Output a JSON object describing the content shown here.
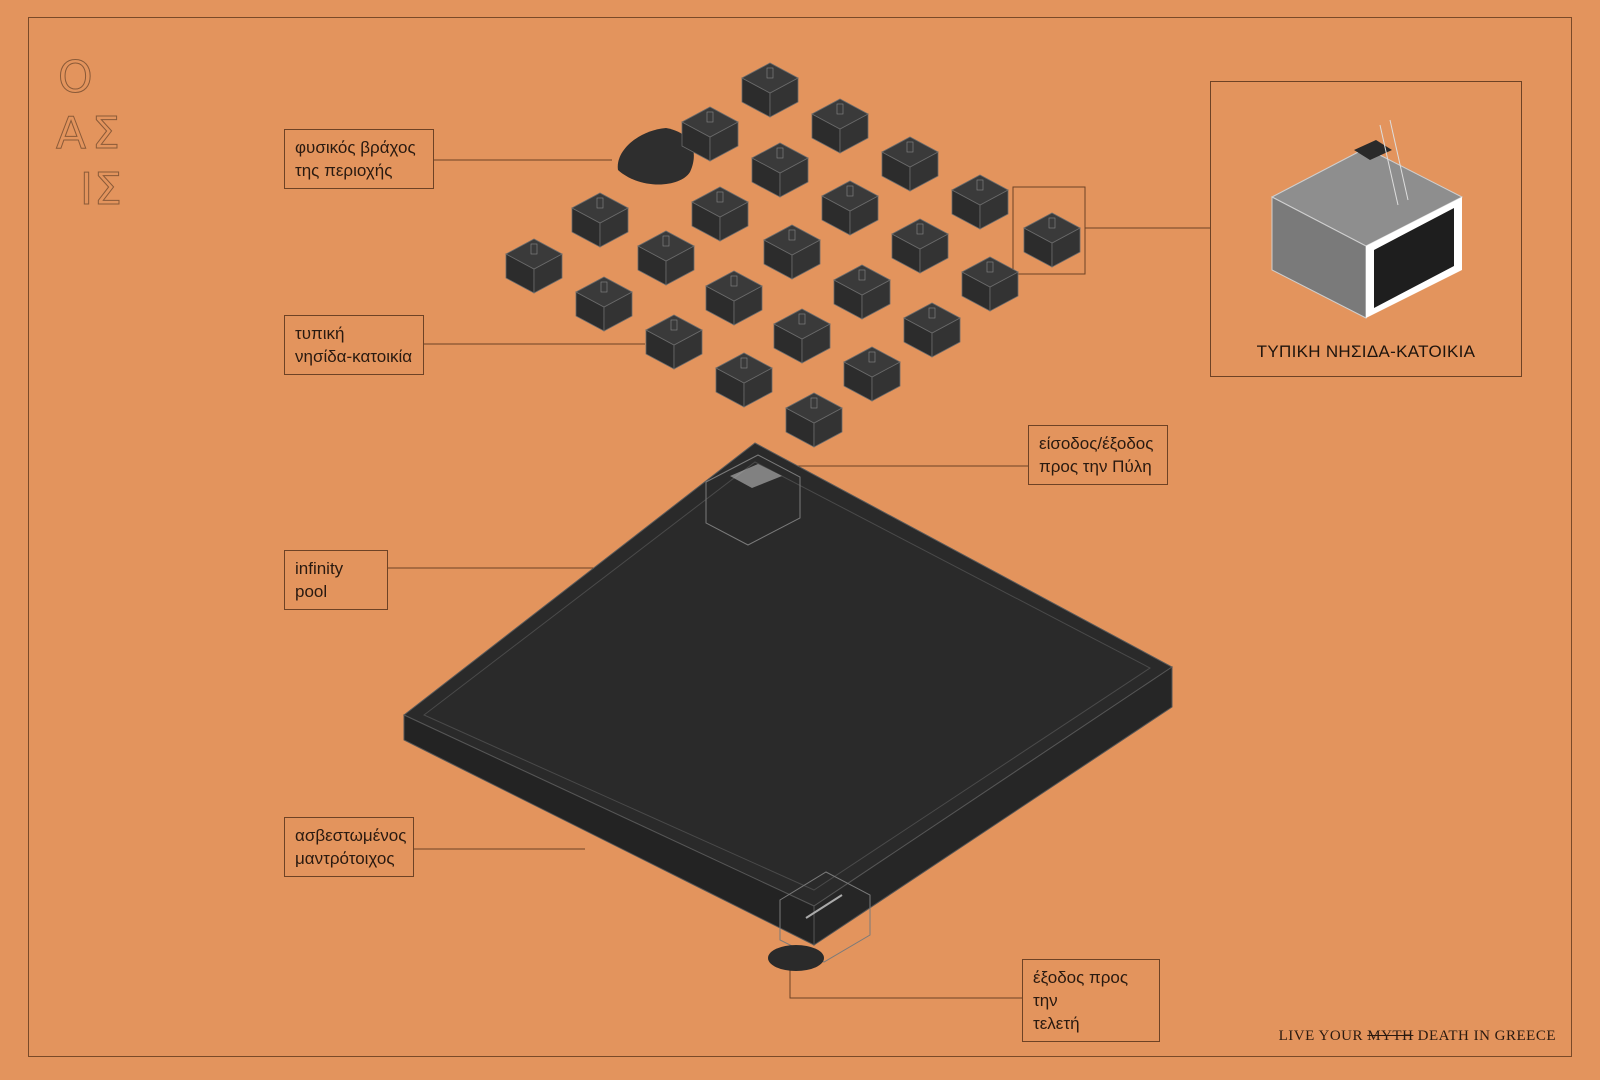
{
  "title_letters": [
    "Ο",
    "Α",
    "Σ",
    "Ι",
    "Σ"
  ],
  "callouts": {
    "rock": "φυσικός βράχος\nτης περιοχής",
    "house": "τυπική\nνησίδα-κατοικία",
    "entrance": "είσοδος/έξοδος\nπρος την Πύλη",
    "pool": "infinity pool",
    "wall": "ασβεστωμένος\nμαντρότοιχος",
    "exit": "έξοδος προς την\nτελετή"
  },
  "inset_caption": "ΤΥΠΙΚΗ ΝΗΣΙΔΑ-ΚΑΤΟΙΚΙΑ",
  "motto": {
    "before": "LIVE YOUR",
    "struck": "MYTH",
    "after": "DEATH IN GREECE"
  },
  "colors": {
    "background": "#E3945D",
    "pool": "#2B2B2B",
    "line": "#6E4225"
  }
}
